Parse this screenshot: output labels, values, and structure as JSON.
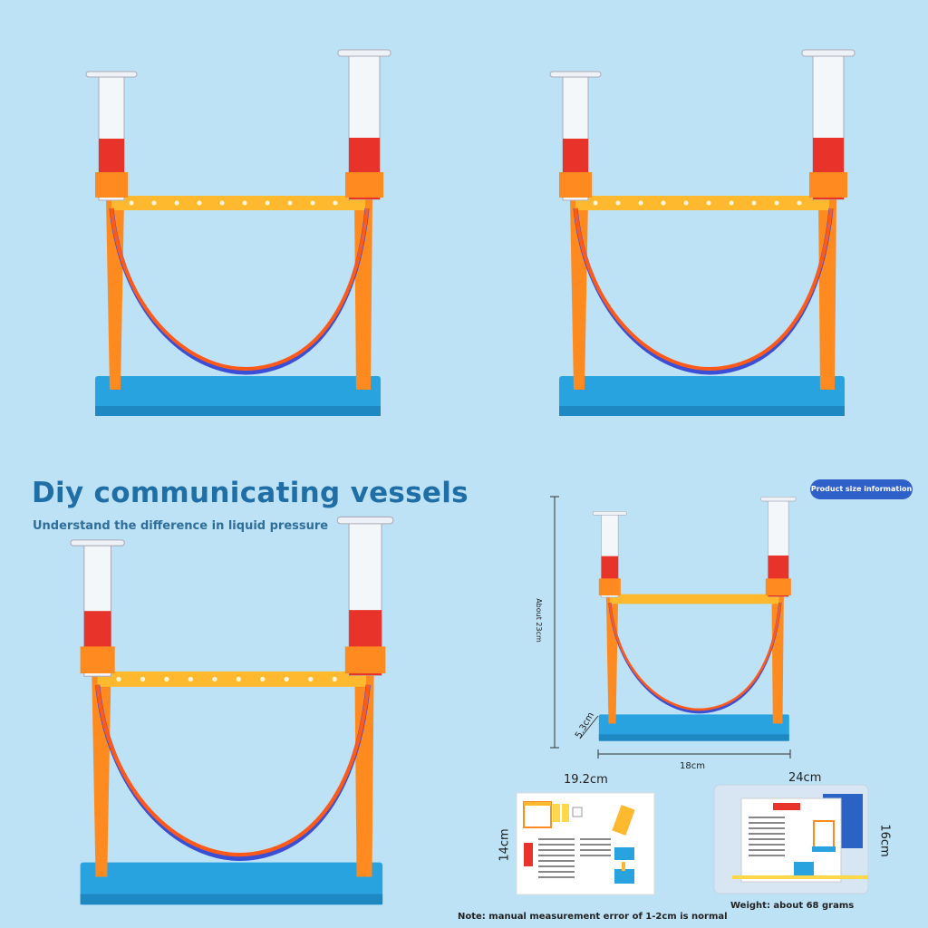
{
  "heading": {
    "title": "Diy communicating vessels",
    "subtitle": "Understand the difference in liquid pressure"
  },
  "size_badge": "Product size information",
  "dimensions": {
    "height": "About 23cm",
    "depth": "5.3cm",
    "width": "18cm",
    "manual_width": "19.2cm",
    "manual_height": "14cm",
    "bag_width": "24cm",
    "bag_height": "16cm"
  },
  "notes": {
    "measurement": "Note: manual measurement error of 1-2cm is normal",
    "weight": "Weight: about 68 grams"
  },
  "colors": {
    "background": "#bde2f5",
    "frame": "#ff8a1f",
    "crossbar": "#ffb92e",
    "base": "#29a3e0",
    "liquid": "#e8332a",
    "badge": "#2f5fc9"
  }
}
